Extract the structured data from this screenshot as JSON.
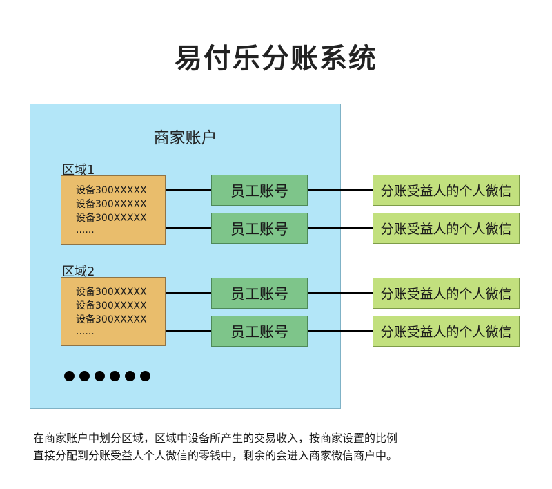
{
  "title": "易付乐分账系统",
  "merchant_account": {
    "label": "商家账户"
  },
  "regions": [
    {
      "label": "区域1",
      "devices": [
        "设备300XXXXX",
        "设备300XXXXX",
        "设备300XXXXX",
        "......"
      ],
      "staff_accounts": [
        "员工账号",
        "员工账号"
      ],
      "beneficiaries": [
        "分账受益人的个人微信",
        "分账受益人的个人微信"
      ]
    },
    {
      "label": "区域2",
      "devices": [
        "设备300XXXXX",
        "设备300XXXXX",
        "设备300XXXXX",
        "......"
      ],
      "staff_accounts": [
        "员工账号",
        "员工账号"
      ],
      "beneficiaries": [
        "分账受益人的个人微信",
        "分账受益人的个人微信"
      ]
    }
  ],
  "more_dots_count": 6,
  "caption": {
    "line1": "在商家账户中划分区域，区域中设备所产生的交易收入，按商家设置的比例",
    "line2": "直接分配到分账受益人个人微信的零钱中，剩余的会进入商家微信商户中。"
  },
  "colors": {
    "merchant_bg": "#b3e6f8",
    "device_bg": "#e9bd6c",
    "staff_bg": "#7ec58a",
    "wechat_bg": "#c2e07e"
  }
}
